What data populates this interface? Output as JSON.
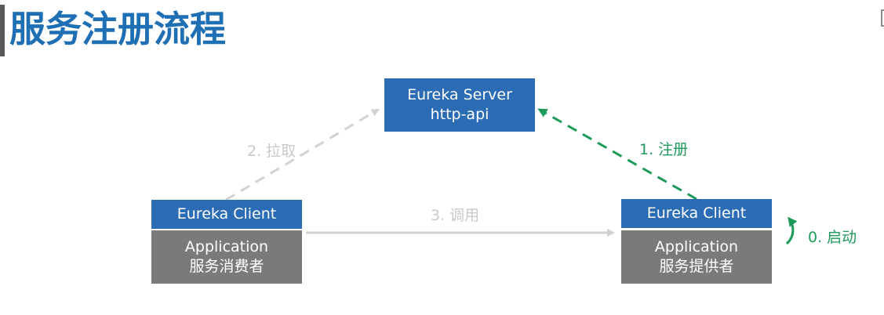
{
  "page": {
    "title": "服务注册流程"
  },
  "server": {
    "line1": "Eureka Server",
    "line2": "http-api"
  },
  "consumer": {
    "header": "Eureka Client",
    "line1": "Application",
    "line2": "服务消费者"
  },
  "provider": {
    "header": "Eureka Client",
    "line1": "Application",
    "line2": "服务提供者"
  },
  "steps": {
    "start": "0. 启动",
    "register": "1. 注册",
    "pull": "2. 拉取",
    "invoke": "3. 调用"
  },
  "colors": {
    "title": "#1f6fb5",
    "box_blue": "#2b6cb5",
    "box_gray": "#7a7a7a",
    "active_green": "#1e9a5a",
    "muted_gray": "#c9c9c9"
  }
}
